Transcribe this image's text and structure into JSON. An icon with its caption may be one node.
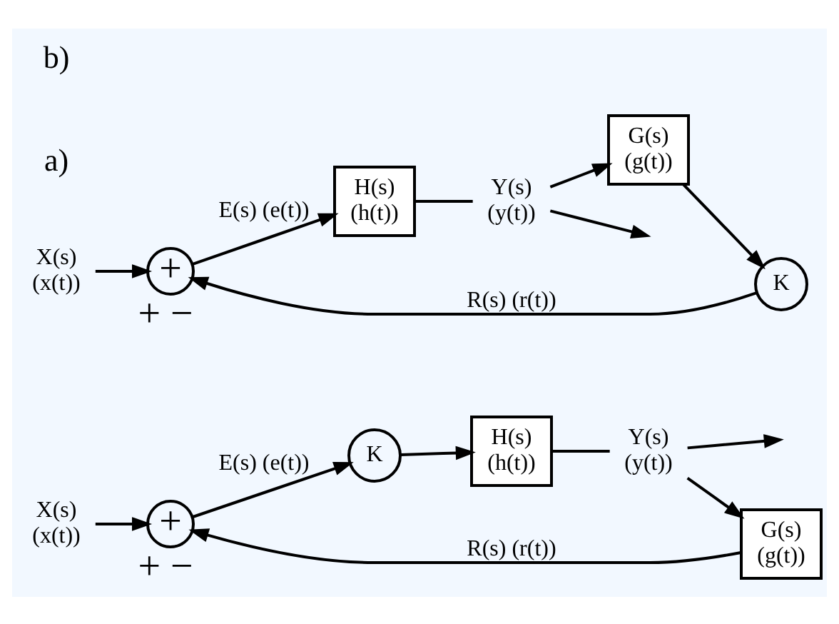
{
  "diagram": {
    "nodes": [
      {
        "text": [
          "X(s)",
          "(x(t))"
        ]
      },
      {
        "text": [
          "+"
        ],
        "beside": [
          "+",
          "−"
        ]
      },
      {
        "text": [
          "K"
        ]
      },
      {
        "text": [
          "H(s)",
          "(h(t))"
        ]
      },
      {
        "text": [
          "Y(s)",
          "(y(t))"
        ]
      },
      {
        "text": [
          "G(s)",
          "(g(t))"
        ]
      },
      {
        "text": [
          "X(s)",
          "(x(t))"
        ]
      },
      {
        "text": [
          "+"
        ],
        "beside": [
          "+",
          "−"
        ]
      },
      {
        "text": [
          "H(s)",
          "(h(t))"
        ]
      },
      {
        "text": [
          "Y(s)",
          "(y(t))"
        ]
      },
      {
        "text": [
          "K"
        ]
      },
      {
        "text": [
          "G(s)",
          "(g(t))"
        ]
      }
    ],
    "edges": [
      {
        "from": 0,
        "to": 1,
        "arrow": "to"
      },
      {
        "from": 1,
        "to": 2,
        "arrow": "to",
        "label": "E(s) (e(t))"
      },
      {
        "from": 2,
        "to": 3,
        "arrow": "to"
      },
      {
        "from": 3,
        "to": 4,
        "arrow": "none"
      },
      {
        "from": 4,
        "to": null,
        "arrow": "to"
      },
      {
        "from": 4,
        "to": 5,
        "arrow": "to"
      },
      {
        "from": 5,
        "to": 1,
        "arrow": "to",
        "label": "R(s) (r(t))"
      },
      {
        "from": 6,
        "to": 7,
        "arrow": "to"
      },
      {
        "from": 7,
        "to": 8,
        "arrow": "to",
        "label": "E(s) (e(t))"
      },
      {
        "from": 8,
        "to": 9,
        "arrow": "none"
      },
      {
        "from": 9,
        "to": null,
        "arrow": "to"
      },
      {
        "from": 9,
        "to": 11,
        "arrow": "to"
      },
      {
        "from": 11,
        "to": 10,
        "arrow": "to"
      },
      {
        "from": 10,
        "to": 7,
        "arrow": "to",
        "label": "R(s) (r(t))"
      }
    ],
    "labels": [
      "a)",
      "b)"
    ]
  }
}
